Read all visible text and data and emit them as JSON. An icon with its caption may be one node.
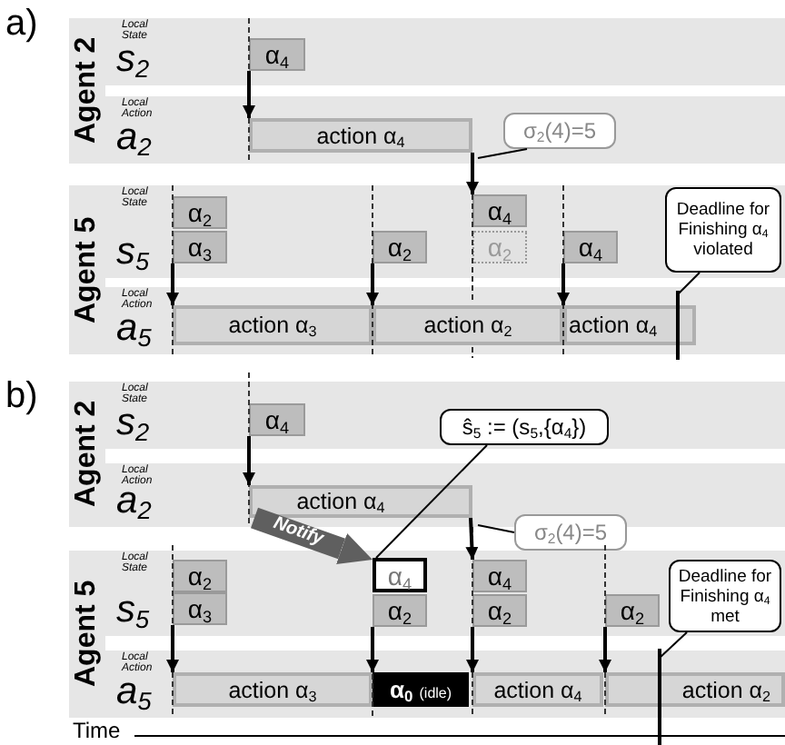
{
  "diagram": {
    "nodes": [
      {
        "text": [
          "Agent 2"
        ]
      },
      {
        "text": [
          "Local State",
          "s$_{2}$"
        ],
        "in": 0
      },
      {
        "text": [
          "Local Action",
          "a$_{2}$"
        ],
        "in": 0
      },
      {
        "text": [
          "α$_{4}$"
        ],
        "in": 1
      },
      {
        "text": [
          "action α$_{4}$"
        ],
        "in": 2
      },
      {
        "text": [
          "σ$_{2}$(4)=5"
        ],
        "in": 2
      },
      {
        "text": [
          "Agent 5"
        ]
      },
      {
        "text": [
          "Local State",
          "s$_{5}$"
        ],
        "in": 6
      },
      {
        "text": [
          "Local Action",
          "a$_{5}$"
        ],
        "in": 6
      },
      {
        "text": [
          "α$_{2}$"
        ],
        "in": 7
      },
      {
        "text": [
          "α$_{3}$"
        ],
        "in": 7
      },
      {
        "text": [
          "α$_{2}$"
        ],
        "in": 7
      },
      {
        "text": [
          "α$_{4}$"
        ],
        "in": 7
      },
      {
        "text": [
          "α$_{2}$"
        ],
        "in": 7
      },
      {
        "text": [
          "α$_{4}$"
        ],
        "in": 7
      },
      {
        "text": [
          "action α$_{3}$"
        ],
        "in": 8
      },
      {
        "text": [
          "action α$_{2}$"
        ],
        "in": 8
      },
      {
        "text": [
          "action α$_{4}$"
        ],
        "in": 8
      },
      {
        "text": [
          "Deadline for Finishing α$_{4}$ violated"
        ],
        "in": 7
      },
      {
        "text": [],
        "shape": "line"
      },
      {
        "text": [
          "Agent 2"
        ]
      },
      {
        "text": [
          "Local State",
          "s$_{2}$"
        ],
        "in": 20
      },
      {
        "text": [
          "Local Action",
          "a$_{2}$"
        ],
        "in": 20
      },
      {
        "text": [
          "α$_{4}$"
        ],
        "in": 21
      },
      {
        "text": [
          "action α$_{4}$"
        ],
        "in": 22
      },
      {
        "text": [
          "ŝ$_{5}$ := (s$_{5}$,{α$_{4}$})"
        ],
        "in": 21
      },
      {
        "text": [
          "σ$_{2}$(4)=5"
        ]
      },
      {
        "text": [
          "Agent 5"
        ]
      },
      {
        "text": [
          "Local State",
          "s$_{5}$"
        ],
        "in": 27
      },
      {
        "text": [
          "Local Action",
          "a$_{5}$"
        ],
        "in": 27
      },
      {
        "text": [
          "α$_{2}$"
        ],
        "in": 28
      },
      {
        "text": [
          "α$_{3}$"
        ],
        "in": 28
      },
      {
        "text": [
          "α$_{4}$"
        ],
        "in": 28
      },
      {
        "text": [
          "α$_{2}$"
        ],
        "in": 28
      },
      {
        "text": [
          "α$_{4}$"
        ],
        "in": 28
      },
      {
        "text": [
          "α$_{2}$"
        ],
        "in": 28
      },
      {
        "text": [
          "α$_{2}$"
        ],
        "in": 28
      },
      {
        "text": [
          "Deadline for Finishing α$_{4}$ met"
        ],
        "in": 28
      },
      {
        "text": [
          "action α$_{3}$"
        ],
        "in": 29
      },
      {
        "text": [
          "α$_{0}$",
          "(idle)"
        ],
        "in": 29
      },
      {
        "text": [
          "action α$_{4}$"
        ],
        "in": 29
      },
      {
        "text": [
          "action α$_{2}$"
        ],
        "in": 29
      },
      {
        "text": [],
        "shape": "line"
      }
    ],
    "edges": [
      {
        "from": 3,
        "to": 4,
        "arrow": "to"
      },
      {
        "from": 4,
        "to": 12,
        "arrow": "to"
      },
      {
        "from": 5,
        "to": 2,
        "arrow": "none"
      },
      {
        "from": 10,
        "to": 15,
        "arrow": "to"
      },
      {
        "from": 11,
        "to": 16,
        "arrow": "to"
      },
      {
        "from": 14,
        "to": 17,
        "arrow": "to"
      },
      {
        "from": 18,
        "to": 19,
        "arrow": "none"
      },
      {
        "from": 23,
        "to": 24,
        "arrow": "to"
      },
      {
        "from": 24,
        "to": 32,
        "arrow": "to",
        "label": "Notify",
        "style": "thick",
        "color": "#5f5f5f"
      },
      {
        "from": 25,
        "to": 32,
        "arrow": "none"
      },
      {
        "from": 24,
        "to": 34,
        "arrow": "to"
      },
      {
        "from": 26,
        "to": 22,
        "arrow": "none"
      },
      {
        "from": 31,
        "to": 38,
        "arrow": "to"
      },
      {
        "from": 33,
        "to": 39,
        "arrow": "to"
      },
      {
        "from": 35,
        "to": 40,
        "arrow": "to"
      },
      {
        "from": 36,
        "to": 41,
        "arrow": "to"
      },
      {
        "from": 37,
        "to": 42,
        "arrow": "none"
      }
    ],
    "labels": [
      "a)",
      "b)",
      "Time"
    ]
  }
}
